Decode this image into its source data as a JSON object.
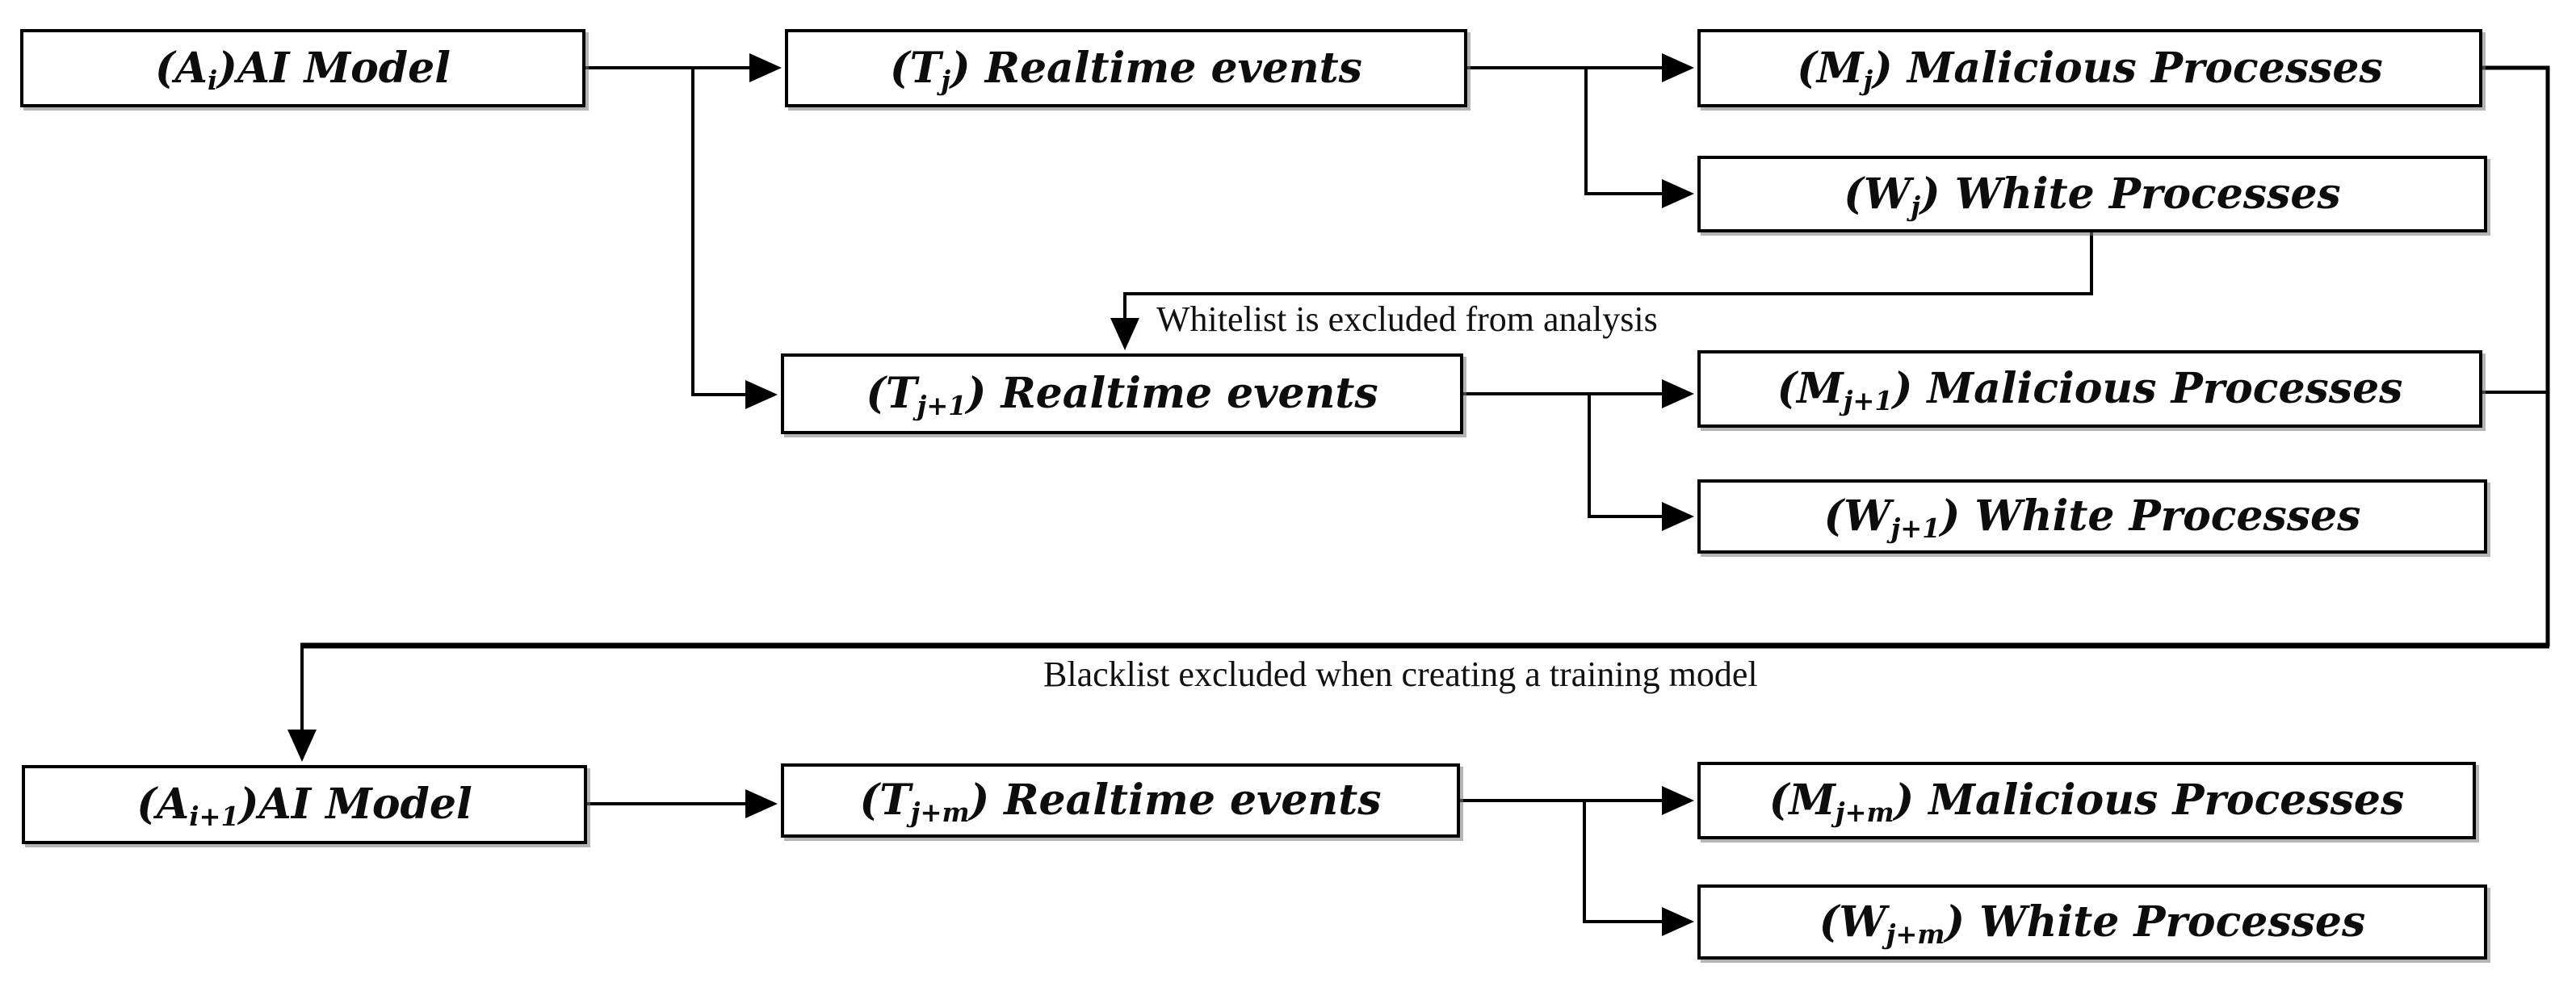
{
  "diagram": {
    "background_color": "#ffffff",
    "line_color": "#000000",
    "box_border_color": "#000000",
    "text_color": "#0d0d0d"
  },
  "nodes": {
    "ai": {
      "pre": "(A",
      "sub": "i",
      "post": ")AI Model"
    },
    "tj": {
      "pre": "(T",
      "sub": "j",
      "post": ") Realtime events"
    },
    "mj": {
      "pre": "(M",
      "sub": "j",
      "post": ") Malicious Processes"
    },
    "wj": {
      "pre": "(W",
      "sub": "j",
      "post": ") White Processes"
    },
    "tj1": {
      "pre": "(T",
      "sub": "j+1",
      "post": ") Realtime events"
    },
    "mj1": {
      "pre": "(M",
      "sub": "j+1",
      "post": ") Malicious Processes"
    },
    "wj1": {
      "pre": "(W",
      "sub": "j+1",
      "post": ") White Processes"
    },
    "ai1": {
      "pre": "(A",
      "sub": "i+1",
      "post": ")AI Model"
    },
    "tjm": {
      "pre": "(T",
      "sub": "j+m",
      "post": ") Realtime events"
    },
    "mjm": {
      "pre": "(M",
      "sub": "j+m",
      "post": ") Malicious Processes"
    },
    "wjm": {
      "pre": "(W",
      "sub": "j+m",
      "post": ") White Processes"
    }
  },
  "annotations": {
    "whitelist": "Whitelist is excluded from analysis",
    "blacklist": "Blacklist excluded when creating a training model"
  }
}
